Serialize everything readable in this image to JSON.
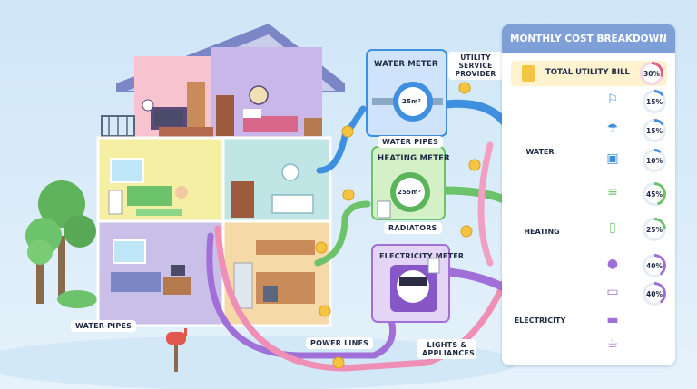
{
  "labels": {
    "water_meter": "WATER METER",
    "water_meter_reading": "25m³",
    "heating_meter": "HEATING METER",
    "heating_meter_reading": "255m³",
    "electricity_meter": "ELECTRICITY METER",
    "water_pipes_top": "WATER PIPES",
    "radiators": "RADIATORS",
    "utility_provider": "UTILITY SERVICE PROVIDER",
    "water_pipes_house": "WATER PIPES",
    "power_lines": "POWER LINES",
    "lights_appliances": "LIGHTS & APPLIANCES"
  },
  "panel": {
    "title": "MONTHLY COST BREAKDOWN",
    "total_label": "TOTAL UTILITY BILL",
    "total_pct": "30%",
    "categories": [
      {
        "name": "WATER",
        "color": "#3f8fe0",
        "items": [
          {
            "icon": "faucet-icon",
            "pct": "15%",
            "value": 15
          },
          {
            "icon": "shower-icon",
            "pct": "15%",
            "value": 15
          },
          {
            "icon": "washing-machine-icon",
            "pct": "10%",
            "value": 10
          }
        ]
      },
      {
        "name": "HEATING",
        "color": "#6cc36b",
        "items": [
          {
            "icon": "radiator-icon",
            "pct": "45%",
            "value": 45
          },
          {
            "icon": "boiler-icon",
            "pct": "25%",
            "value": 25
          }
        ]
      },
      {
        "name": "ELECTRICITY",
        "color": "#a070d8",
        "items": [
          {
            "icon": "light-bulb-icon",
            "pct": "40%",
            "value": 40
          },
          {
            "icon": "monitor-icon",
            "pct": "40%",
            "value": 40
          },
          {
            "icon": "tv-icon",
            "pct": "",
            "value": 0
          },
          {
            "icon": "coffee-maker-icon",
            "pct": "",
            "value": 0
          }
        ]
      }
    ]
  },
  "colors": {
    "water": "#3f8fe0",
    "heating": "#6cc36b",
    "electricity": "#a070d8",
    "pipe_pink": "#ef8fb5",
    "panel_header": "#7f9fd8",
    "coin": "#f5c542"
  }
}
